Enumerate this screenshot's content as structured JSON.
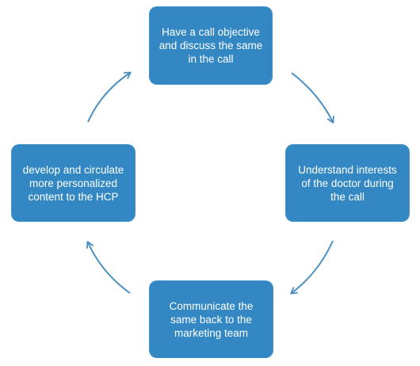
{
  "colors": {
    "node_fill": "#3388c3",
    "arrow": "#4a8fc2"
  },
  "nodes": {
    "top": "Have a call objective and discuss the same in the call",
    "right": "Understand interests of the doctor during the call",
    "bottom": "Communicate the same back to the marketing team",
    "left": "develop and circulate more personalized content to the HCP"
  }
}
